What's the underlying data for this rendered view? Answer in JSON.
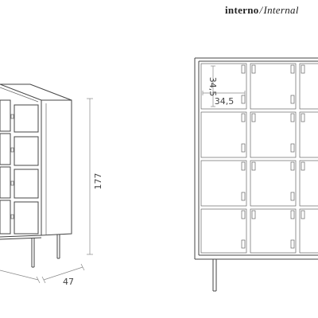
{
  "header": {
    "title_bold": "interno",
    "separator": "/",
    "title_italic": "Internal"
  },
  "dimensions": {
    "height": "177",
    "depth": "47",
    "cell_height": "34,5",
    "cell_width": "34,5"
  },
  "colors": {
    "stroke": "#444444",
    "dimension_line": "#888888",
    "text": "#444444"
  }
}
